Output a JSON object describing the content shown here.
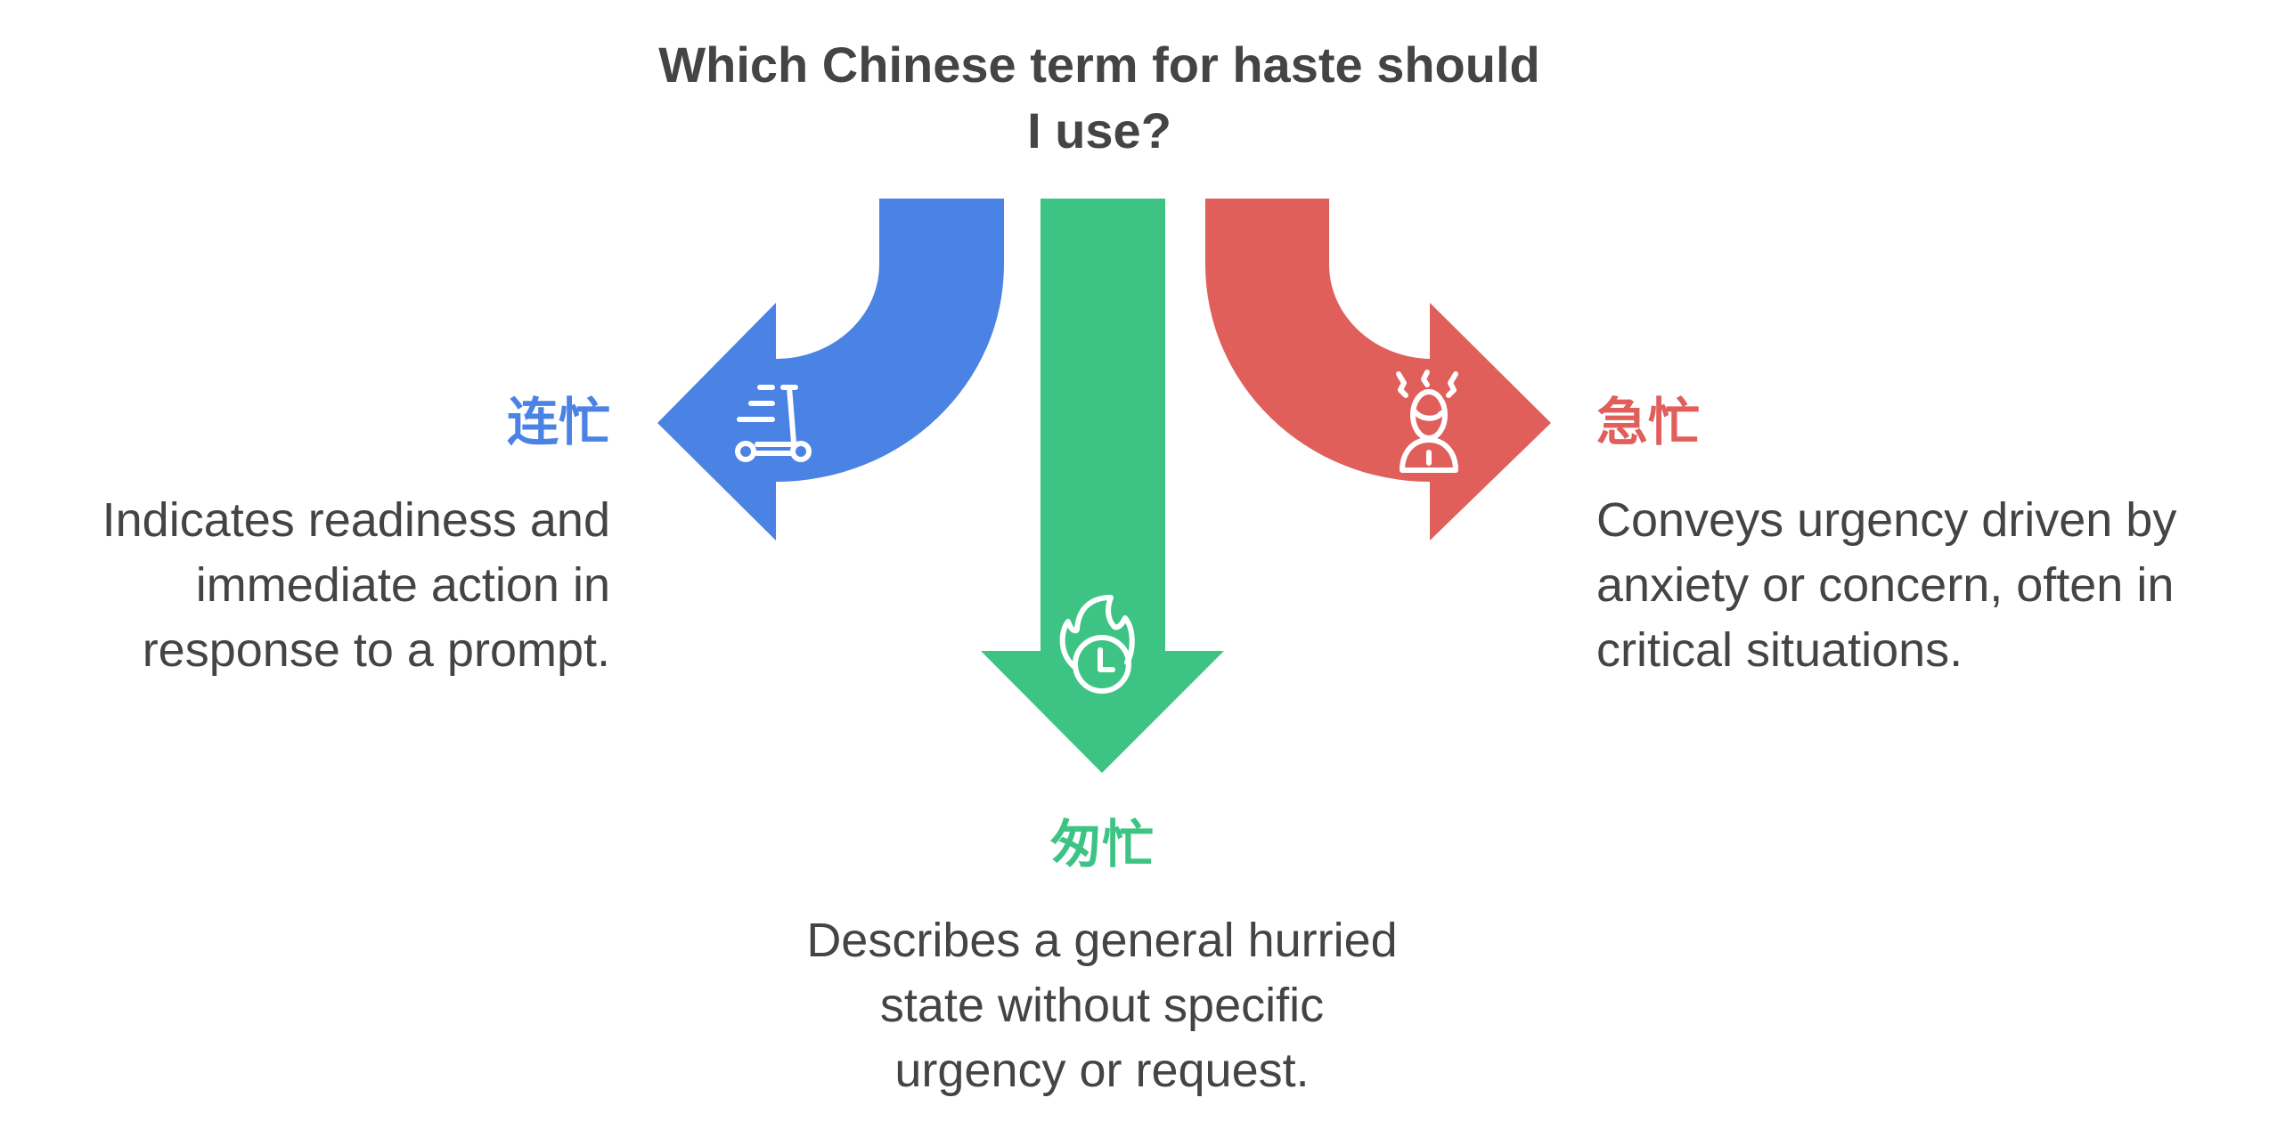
{
  "title": {
    "line1": "Which Chinese term for haste should",
    "line2": "I use?"
  },
  "colors": {
    "blue": "#4a83e3",
    "green": "#3dc484",
    "red": "#e05f5b",
    "text": "#444444"
  },
  "options": [
    {
      "term": "连忙",
      "icon": "scooter-icon",
      "color": "#4a83e3",
      "description": [
        "Indicates readiness and",
        "immediate action in",
        "response to a prompt."
      ]
    },
    {
      "term": "匆忙",
      "icon": "fire-clock-icon",
      "color": "#3dc484",
      "description": [
        "Describes a general hurried",
        "state without specific",
        "urgency or request."
      ]
    },
    {
      "term": "急忙",
      "icon": "anxious-person-icon",
      "color": "#e05f5b",
      "description": [
        "Conveys urgency driven by",
        "anxiety or concern, often in",
        "critical situations."
      ]
    }
  ]
}
